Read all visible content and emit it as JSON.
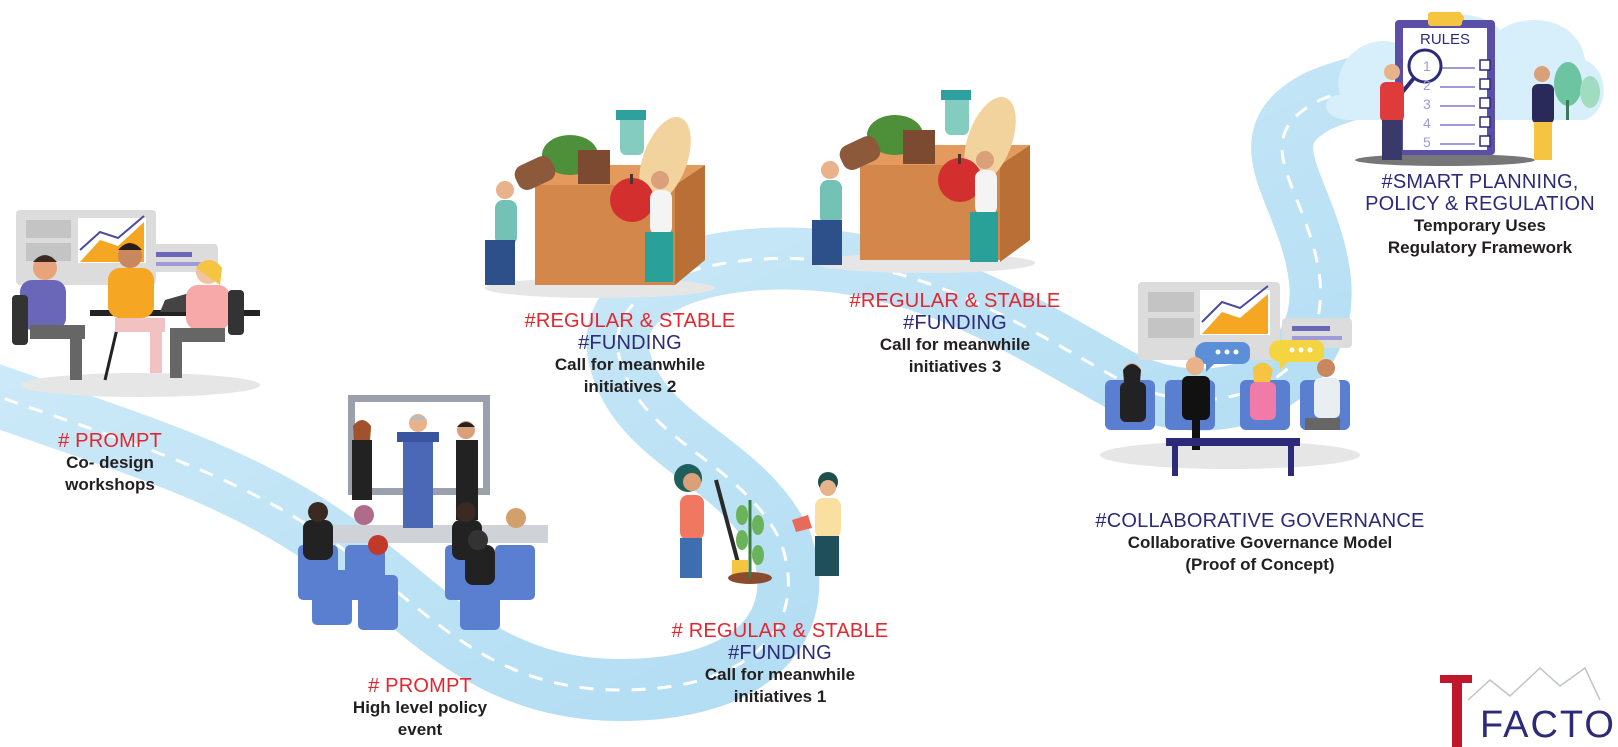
{
  "stages": [
    {
      "id": "prompt-workshops",
      "tag_lines": [
        "# PROMPT"
      ],
      "tag_colors": [
        "#e3262f"
      ],
      "desc_lines": [
        "Co- design",
        "workshops"
      ]
    },
    {
      "id": "prompt-policy",
      "tag_lines": [
        "# PROMPT"
      ],
      "tag_colors": [
        "#e3262f"
      ],
      "desc_lines": [
        "High level policy",
        "event"
      ]
    },
    {
      "id": "funding-1",
      "tag_lines": [
        "# REGULAR & STABLE",
        "#FUNDING"
      ],
      "tag_colors": [
        "#e3262f",
        "#2d2a7a"
      ],
      "desc_lines": [
        "Call for meanwhile",
        "initiatives 1"
      ]
    },
    {
      "id": "funding-2",
      "tag_lines": [
        "#REGULAR & STABLE",
        "#FUNDING"
      ],
      "tag_colors": [
        "#e3262f",
        "#2d2a7a"
      ],
      "desc_lines": [
        "Call for meanwhile",
        "initiatives 2"
      ]
    },
    {
      "id": "funding-3",
      "tag_lines": [
        "#REGULAR & STABLE",
        "#FUNDING"
      ],
      "tag_colors": [
        "#e3262f",
        "#2d2a7a"
      ],
      "desc_lines": [
        "Call for meanwhile",
        "initiatives 3"
      ]
    },
    {
      "id": "governance",
      "tag_lines": [
        "#COLLABORATIVE GOVERNANCE"
      ],
      "tag_colors": [
        "#2d2a7a"
      ],
      "desc_lines": [
        "Collaborative Governance Model",
        "(Proof of Concept)"
      ]
    },
    {
      "id": "planning",
      "tag_lines": [
        "#SMART PLANNING,",
        "POLICY & REGULATION"
      ],
      "tag_colors": [
        "#2d2a7a",
        "#2d2a7a"
      ],
      "desc_lines": [
        "Temporary Uses",
        "Regulatory Framework"
      ]
    }
  ],
  "rules_board": {
    "title": "RULES",
    "items": [
      "1",
      "2",
      "3",
      "4",
      "5"
    ]
  },
  "logo": {
    "letter": "T",
    "word": "FACTO"
  },
  "colors": {
    "red": "#e3262f",
    "navy": "#2d2a7a",
    "road": "#c9e8f7",
    "road_edge": "#a9d8f0",
    "dash": "#ffffff"
  }
}
